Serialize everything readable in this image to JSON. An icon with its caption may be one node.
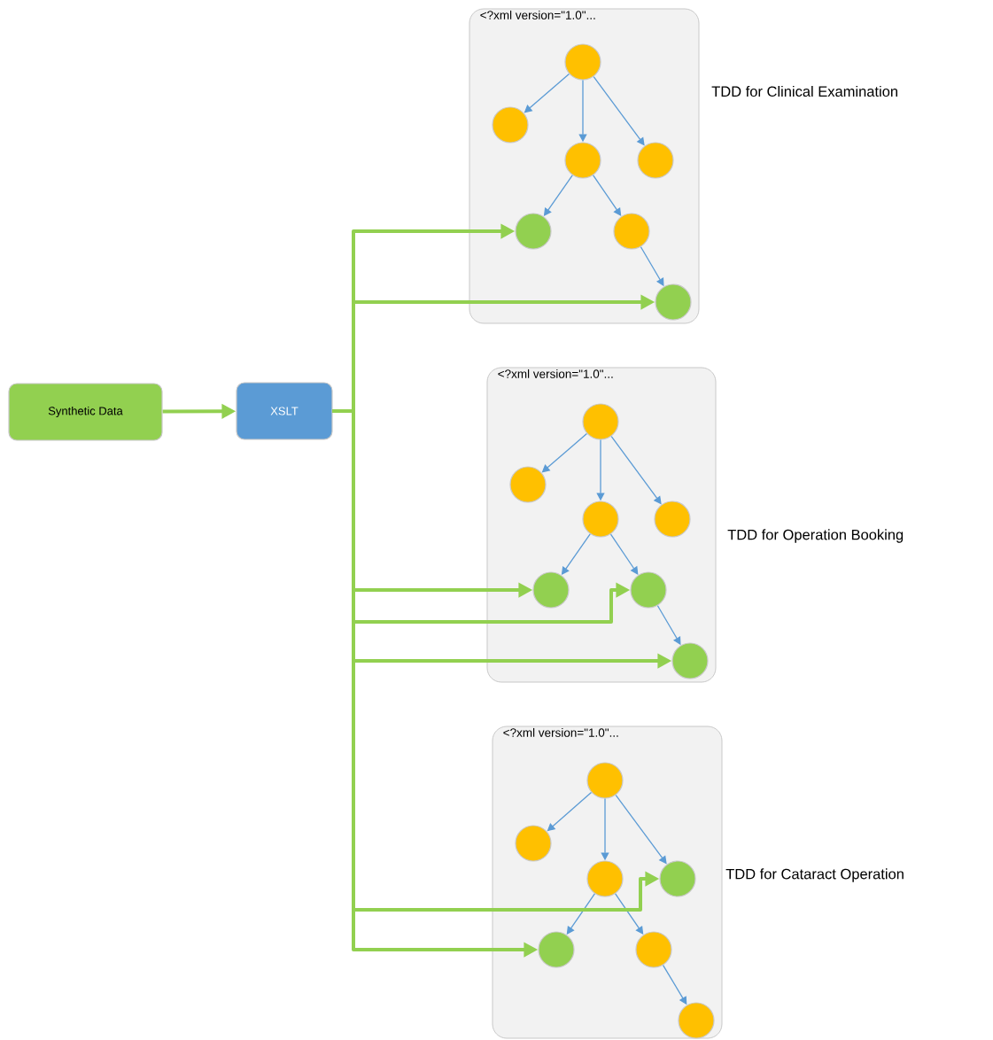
{
  "diagram": {
    "nodes": [
      {
        "text": [
          "Synthetic Data"
        ]
      },
      {
        "text": [
          "XSLT"
        ]
      },
      {
        "text": [
          "<?xml version=\"1.0\"..."
        ],
        "beside": [
          "TDD for Clinical Examination"
        ]
      },
      {
        "text": [],
        "shape": "circle",
        "in": 2
      },
      {
        "text": [],
        "shape": "circle",
        "in": 2
      },
      {
        "text": [],
        "shape": "circle",
        "in": 2
      },
      {
        "text": [],
        "shape": "circle",
        "in": 2
      },
      {
        "text": [],
        "shape": "circle",
        "in": 2
      },
      {
        "text": [],
        "shape": "circle",
        "in": 2
      },
      {
        "text": [],
        "shape": "circle",
        "in": 2
      },
      {
        "text": [
          "<?xml version=\"1.0\"..."
        ],
        "beside": [
          "TDD for Operation Booking"
        ]
      },
      {
        "text": [],
        "shape": "circle",
        "in": 10
      },
      {
        "text": [],
        "shape": "circle",
        "in": 10
      },
      {
        "text": [],
        "shape": "circle",
        "in": 10
      },
      {
        "text": [],
        "shape": "circle",
        "in": 10
      },
      {
        "text": [],
        "shape": "circle",
        "in": 10
      },
      {
        "text": [],
        "shape": "circle",
        "in": 10
      },
      {
        "text": [],
        "shape": "circle",
        "in": 10
      },
      {
        "text": [
          "<?xml version=\"1.0\"..."
        ],
        "beside": [
          "TDD for Cataract Operation"
        ]
      },
      {
        "text": [],
        "shape": "circle",
        "in": 18
      },
      {
        "text": [],
        "shape": "circle",
        "in": 18
      },
      {
        "text": [],
        "shape": "circle",
        "in": 18
      },
      {
        "text": [],
        "shape": "circle",
        "in": 18
      },
      {
        "text": [],
        "shape": "circle",
        "in": 18
      },
      {
        "text": [],
        "shape": "circle",
        "in": 18
      },
      {
        "text": [],
        "shape": "circle",
        "in": 18
      }
    ],
    "edges": [
      {
        "from": 0,
        "to": 1,
        "arrow": "to",
        "style": "thick",
        "color": "#92d050"
      },
      {
        "from": 3,
        "to": 4,
        "arrow": "to"
      },
      {
        "from": 3,
        "to": 5,
        "arrow": "to"
      },
      {
        "from": 3,
        "to": 6,
        "arrow": "to"
      },
      {
        "from": 5,
        "to": 7,
        "arrow": "to"
      },
      {
        "from": 5,
        "to": 8,
        "arrow": "to"
      },
      {
        "from": 8,
        "to": 9,
        "arrow": "to"
      },
      {
        "from": 11,
        "to": 12,
        "arrow": "to"
      },
      {
        "from": 11,
        "to": 13,
        "arrow": "to"
      },
      {
        "from": 11,
        "to": 14,
        "arrow": "to"
      },
      {
        "from": 13,
        "to": 15,
        "arrow": "to"
      },
      {
        "from": 13,
        "to": 16,
        "arrow": "to"
      },
      {
        "from": 16,
        "to": 17,
        "arrow": "to"
      },
      {
        "from": 19,
        "to": 20,
        "arrow": "to"
      },
      {
        "from": 19,
        "to": 21,
        "arrow": "to"
      },
      {
        "from": 19,
        "to": 22,
        "arrow": "to"
      },
      {
        "from": 21,
        "to": 23,
        "arrow": "to"
      },
      {
        "from": 21,
        "to": 24,
        "arrow": "to"
      },
      {
        "from": 24,
        "to": 25,
        "arrow": "to"
      },
      {
        "from": 1,
        "to": 7,
        "arrow": "to",
        "style": "thick",
        "color": "#92d050"
      },
      {
        "from": 1,
        "to": 9,
        "arrow": "to",
        "style": "thick",
        "color": "#92d050"
      },
      {
        "from": 1,
        "to": 15,
        "arrow": "to",
        "style": "thick",
        "color": "#92d050"
      },
      {
        "from": 1,
        "to": 16,
        "arrow": "to",
        "style": "thick",
        "color": "#92d050"
      },
      {
        "from": 1,
        "to": 17,
        "arrow": "to",
        "style": "thick",
        "color": "#92d050"
      },
      {
        "from": 1,
        "to": 22,
        "arrow": "to",
        "style": "thick",
        "color": "#92d050"
      },
      {
        "from": 1,
        "to": 23,
        "arrow": "to",
        "style": "thick",
        "color": "#92d050"
      }
    ]
  }
}
